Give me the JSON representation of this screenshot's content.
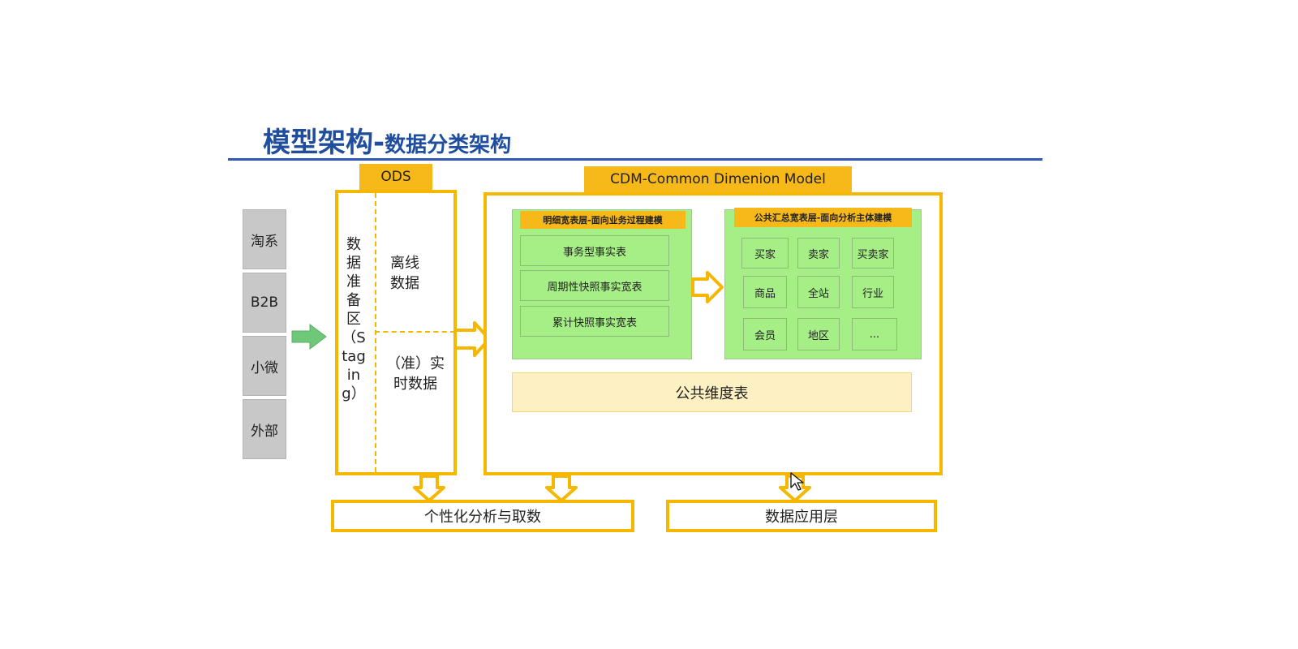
{
  "title": {
    "main": "模型架构",
    "separator": "-",
    "sub": "数据分类架构"
  },
  "sources": [
    "淘系",
    "B2B",
    "小微",
    "外部"
  ],
  "ods": {
    "tab_label": "ODS",
    "staging_label": "数据准备区（Staging）",
    "offline_label": "离线数据",
    "realtime_label": "（准）实时数据"
  },
  "cdm": {
    "tab_label": "CDM-Common Dimenion Model",
    "detail_layer": {
      "header": "明细宽表层-面向业务过程建模",
      "items": [
        "事务型事实表",
        "周期性快照事实宽表",
        "累计快照事实宽表"
      ]
    },
    "summary_layer": {
      "header": "公共汇总宽表层-面向分析主体建模",
      "cells": [
        "买家",
        "卖家",
        "买卖家",
        "商品",
        "全站",
        "行业",
        "会员",
        "地区",
        "..."
      ]
    },
    "public_dimension": "公共维度表"
  },
  "outputs": {
    "personalized": "个性化分析与取数",
    "application": "数据应用层"
  },
  "colors": {
    "title": "#1f4e9e",
    "orange": "#f5b700",
    "green": "#a6ee86",
    "grey": "#c8c8c8",
    "light_yellow": "#fdf0c2",
    "arrow_green": "#6fc77a"
  }
}
